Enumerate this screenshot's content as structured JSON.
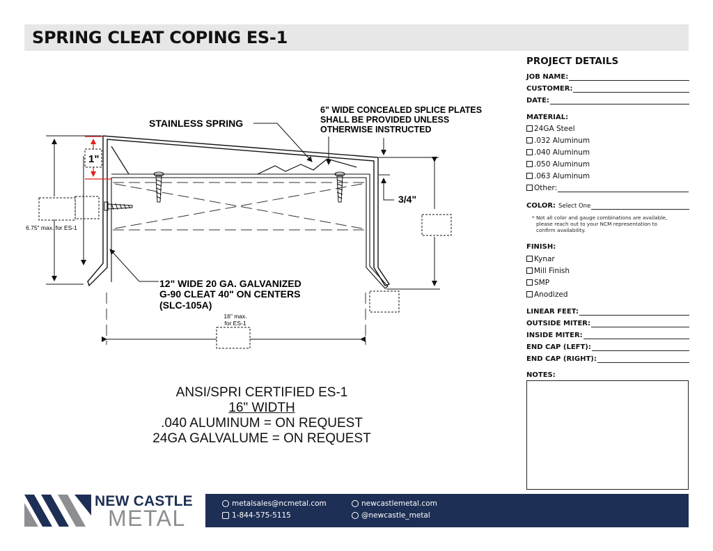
{
  "header": {
    "title": "SPRING CLEAT COPING ES-1"
  },
  "drawing": {
    "callout_spring": "STAINLESS SPRING",
    "callout_splice": [
      "6\" WIDE CONCEALED SPLICE PLATES",
      "SHALL BE PROVIDED UNLESS",
      "OTHERWISE INSTRUCTED"
    ],
    "dim_one_inch": "1\"",
    "dim_three_quarter": "3/4\"",
    "dim_max_height": "6.75\" max. for ES-1",
    "callout_cleat": [
      "12\" WIDE  20 GA. GALVANIZED",
      "G-90 CLEAT 40\" ON CENTERS",
      "(SLC-105A)"
    ],
    "dim_width": [
      "16\" max.",
      "for ES-1"
    ],
    "colors": {
      "accent_red": "#e02020",
      "line": "#111111"
    }
  },
  "cert": {
    "line1": "ANSI/SPRI CERTIFIED ES-1",
    "line2": "16\" WIDTH",
    "line3": ".040 ALUMINUM = ON REQUEST",
    "line4": "24GA GALVALUME = ON REQUEST"
  },
  "panel": {
    "heading": "PROJECT DETAILS",
    "job_name": "JOB NAME:",
    "customer": "CUSTOMER:",
    "date": "DATE:",
    "material_label": "MATERIAL:",
    "materials": [
      "24GA Steel",
      ".032 Aluminum",
      ".040 Aluminum",
      ".050 Aluminum",
      ".063 Aluminum"
    ],
    "material_other": "Other:",
    "color_label": "COLOR:",
    "color_value": "Select One",
    "color_note": [
      "* Not all color and gauge combinations are available,",
      "please reach out to your NCM representation to",
      "confirm availability."
    ],
    "finish_label": "FINISH:",
    "finishes": [
      "Kynar",
      "Mill Finish",
      "SMP",
      "Anodized"
    ],
    "linear_feet": "LINEAR FEET:",
    "outside_miter": "OUTSIDE MITER:",
    "inside_miter": "INSIDE MITER:",
    "end_cap_left": "END CAP (LEFT):",
    "end_cap_right": "END CAP (RIGHT):",
    "notes_label": "NOTES:"
  },
  "footer": {
    "logo_line1": "NEW CASTLE",
    "logo_line2": "METAL",
    "email": "metalsales@ncmetal.com",
    "phone": "1-844-575-5115",
    "website": "newcastlemetal.com",
    "social": "@newcastle_metal",
    "colors": {
      "navy": "#1e2f55",
      "gray": "#8c8e91"
    },
    "icons": [
      "email-icon",
      "phone-icon",
      "globe-icon",
      "instagram-icon"
    ]
  }
}
